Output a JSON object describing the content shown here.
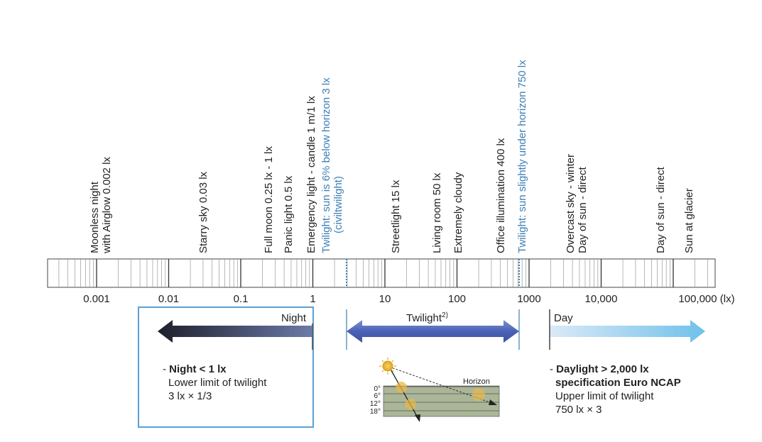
{
  "colors": {
    "blue_text": "#3c7fb5",
    "night_box_border": "#5ba0d6",
    "night_arrow_dark": "#1d1f2b",
    "night_arrow_light": "#6c7aa8",
    "twilight_arrow": "#4a62b5",
    "twilight_arrow_light": "#7d8fd2",
    "day_arrow_light": "#bcd8f2",
    "day_arrow_dark": "#6fc1ea"
  },
  "scale": {
    "min_exp": -3,
    "max_exp": 5,
    "tick_labels": [
      "0.001",
      "0.01",
      "0.1",
      "1",
      "10",
      "100",
      "1000",
      "10,000",
      "100,000 (lx)"
    ],
    "markers": [
      {
        "lines": [
          "Moonless night",
          "with Airglow 0.002 lx"
        ],
        "lux": 0.002,
        "highlight": false
      },
      {
        "lines": [
          "Starry sky 0.03 lx"
        ],
        "lux": 0.03,
        "highlight": false
      },
      {
        "lines": [
          "Full moon 0.25 lx - 1 lx"
        ],
        "lux": 0.25,
        "highlight": false
      },
      {
        "lines": [
          "Panic light 0.5 lx"
        ],
        "lux": 0.5,
        "highlight": false
      },
      {
        "lines": [
          "Emergency light - candle 1 m/1 lx"
        ],
        "lux": 1,
        "highlight": false
      },
      {
        "lines": [
          "Twilight: sun is 6% below horizon 3 lx",
          "(civiltwilight)"
        ],
        "lux": 3,
        "highlight": true
      },
      {
        "lines": [
          "Streetlight 15 lx"
        ],
        "lux": 15,
        "highlight": false
      },
      {
        "lines": [
          "Living room 50 lx"
        ],
        "lux": 50,
        "highlight": false
      },
      {
        "lines": [
          "Extremely cloudy"
        ],
        "lux": 100,
        "highlight": false
      },
      {
        "lines": [
          "Office illumination 400 lx"
        ],
        "lux": 400,
        "highlight": false
      },
      {
        "lines": [
          "Twilight: sun slightly under horizon 750 lx"
        ],
        "lux": 750,
        "highlight": true
      },
      {
        "lines": [
          "Overcast sky - winter",
          "Day of sun - direct"
        ],
        "lux": 5000,
        "highlight": false
      },
      {
        "lines": [
          "Day of sun - direct"
        ],
        "lux": 50000,
        "highlight": false
      },
      {
        "lines": [
          "Sun at glacier"
        ],
        "lux": 100000,
        "highlight": false
      }
    ]
  },
  "night": {
    "label": "Night",
    "note_line1": "Night < 1 lx",
    "note_line2": "Lower limit of twilight",
    "note_line3": "3 lx × 1/3"
  },
  "twilight": {
    "label": "Twilight",
    "footnote": "2)",
    "horizon_label": "Horizon",
    "degree_labels": [
      "0°",
      "6°",
      "12°",
      "18°"
    ]
  },
  "day": {
    "label": "Day",
    "note_line1": "Daylight > 2,000 lx",
    "note_line2": "specification Euro NCAP",
    "note_line3": "Upper limit of twilight",
    "note_line4": "750 lx × 3"
  }
}
